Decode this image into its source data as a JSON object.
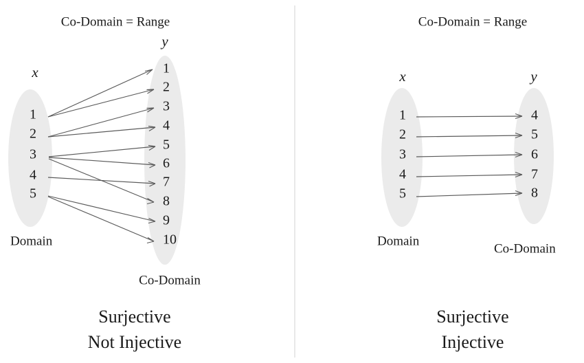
{
  "figure": {
    "title_semantic": "surjective-function-mapping-diagrams",
    "background_color": "#ffffff",
    "set_fill_color": "#ebebeb",
    "edge_color": "#5a5a5a",
    "text_color": "#1a1a1a",
    "divider_color": "#d8d8d8"
  },
  "panels": [
    {
      "id": "left",
      "header": "Co-Domain = Range",
      "domain": {
        "var_label": "x",
        "bottom_label": "Domain",
        "items": [
          "1",
          "2",
          "3",
          "4",
          "5"
        ]
      },
      "codomain": {
        "var_label": "y",
        "bottom_label": "Co-Domain",
        "items": [
          "1",
          "2",
          "3",
          "4",
          "5",
          "6",
          "7",
          "8",
          "9",
          "10"
        ]
      },
      "caption": {
        "line1": "Surjective",
        "line2": "Not Injective"
      },
      "mappings": [
        {
          "from": "1",
          "to": "1"
        },
        {
          "from": "1",
          "to": "2"
        },
        {
          "from": "2",
          "to": "3"
        },
        {
          "from": "2",
          "to": "4"
        },
        {
          "from": "3",
          "to": "5"
        },
        {
          "from": "3",
          "to": "6"
        },
        {
          "from": "3",
          "to": "8"
        },
        {
          "from": "4",
          "to": "7"
        },
        {
          "from": "5",
          "to": "9"
        },
        {
          "from": "5",
          "to": "10"
        }
      ]
    },
    {
      "id": "right",
      "header": "Co-Domain = Range",
      "domain": {
        "var_label": "x",
        "bottom_label": "Domain",
        "items": [
          "1",
          "2",
          "3",
          "4",
          "5"
        ]
      },
      "codomain": {
        "var_label": "y",
        "bottom_label": "Co-Domain",
        "items": [
          "4",
          "5",
          "6",
          "7",
          "8"
        ]
      },
      "caption": {
        "line1": "Surjective",
        "line2": "Injective"
      },
      "mappings": [
        {
          "from": "1",
          "to": "4"
        },
        {
          "from": "2",
          "to": "5"
        },
        {
          "from": "3",
          "to": "6"
        },
        {
          "from": "4",
          "to": "7"
        },
        {
          "from": "5",
          "to": "8"
        }
      ]
    }
  ]
}
